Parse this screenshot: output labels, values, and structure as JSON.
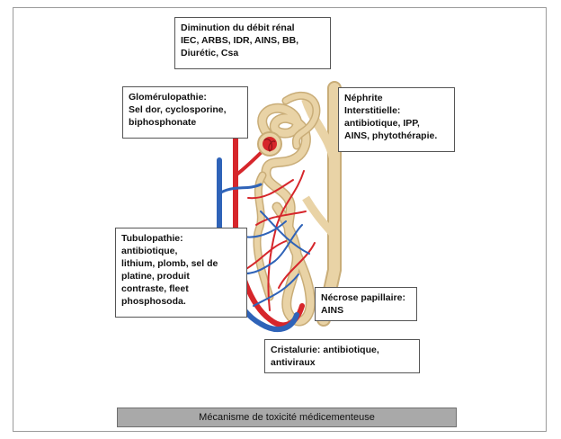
{
  "boxes": {
    "renal_flow": "Diminution du débit rénal\nIEC, ARBS, IDR, AINS, BB,\nDiurétic, Csa",
    "glomerulopathy": "Glomérulopathie:\nSel dor, cyclosporine,\nbiphosphonate",
    "nephritis": "Néphrite\nInterstitielle:\nantibiotique, IPP,\nAINS, phytothérapie.",
    "tubulopathy": "Tubulopathie:\nantibiotique,\nlithium, plomb, sel de\nplatine, produit\ncontraste, fleet\nphosphosoda.",
    "papillary_necrosis": "Nécrose papillaire:\nAINS",
    "crystaluria": "Cristalurie: antibiotique,\nantiviraux"
  },
  "caption": "Mécanisme de toxicité médicementeuse",
  "colors": {
    "artery": "#d6262b",
    "vein": "#2f63b8",
    "tubule": "#e9d3a6",
    "tubule_edge": "#c9ad78",
    "caption_bg": "#a9a9a9"
  }
}
